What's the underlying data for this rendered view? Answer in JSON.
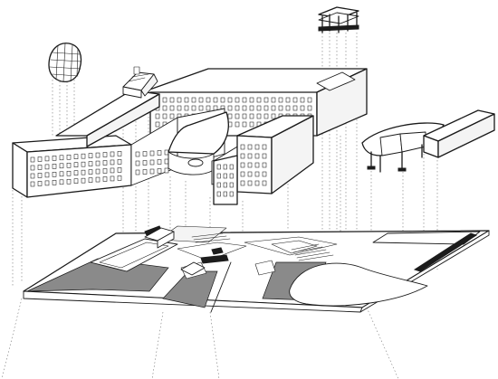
{
  "drawing": {
    "description_visible_text": [],
    "colors": {
      "background": "#ffffff",
      "ink": "#1a1a1a",
      "plan_shading": "#8a8a8a",
      "dark_fill": "#1c1c1c"
    },
    "elements": [
      "head-sculpture",
      "pergola-frame",
      "small-pavilion",
      "curved-canopy-building",
      "slab-block",
      "main-office-building",
      "ground-plan-slab",
      "projection-lines"
    ]
  }
}
